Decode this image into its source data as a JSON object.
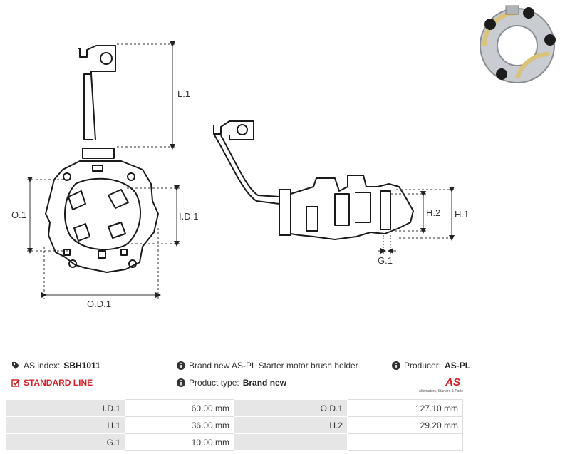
{
  "dimension_labels": {
    "l1": "L.1",
    "o1": "O.1",
    "id1": "I.D.1",
    "od1": "O.D.1",
    "h1": "H.1",
    "h2": "H.2",
    "g1": "G.1"
  },
  "info": {
    "as_index_label": "AS index:",
    "as_index_value": "SBH1011",
    "description": "Brand new AS-PL Starter motor brush holder",
    "producer_label": "Producer:",
    "producer_value": "AS-PL",
    "line_label": "STANDARD LINE",
    "product_type_label": "Product type:",
    "product_type_value": "Brand new"
  },
  "logo": {
    "mark": "AS",
    "tagline": "Alternators, Starters & Parts"
  },
  "specs": [
    {
      "k1": "I.D.1",
      "v1": "60.00 mm",
      "k2": "O.D.1",
      "v2": "127.10 mm"
    },
    {
      "k1": "H.1",
      "v1": "36.00 mm",
      "k2": "H.2",
      "v2": "29.20 mm"
    },
    {
      "k1": "G.1",
      "v1": "10.00 mm",
      "k2": "",
      "v2": ""
    }
  ],
  "colors": {
    "accent_red": "#d42027",
    "line_black": "#1a1a1a",
    "table_grey": "#e6e6e6"
  }
}
